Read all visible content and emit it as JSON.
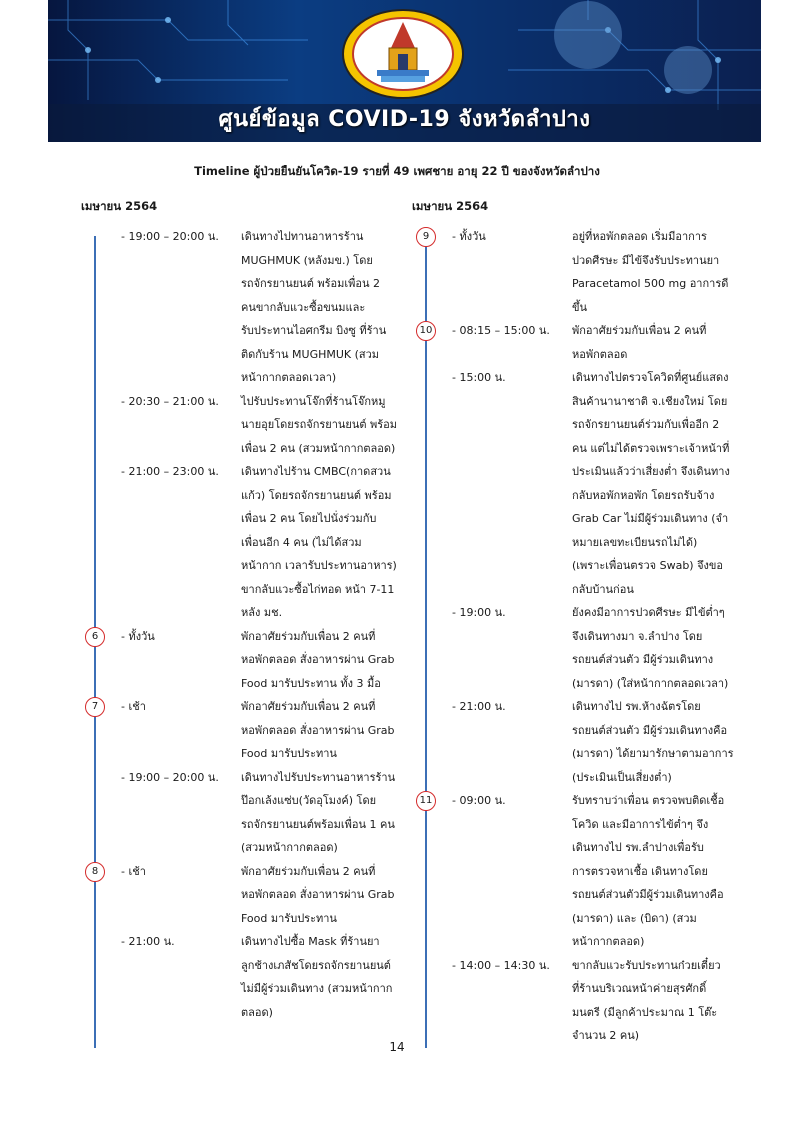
{
  "banner": {
    "title": "ศูนย์ข้อมูล COVID-19 จังหวัดลำปาง"
  },
  "doc_title": "Timeline ผู้ป่วยยืนยันโควิด-19 รายที่ 49 เพศชาย อายุ 22 ปี ของจังหวัดลำปาง",
  "left": {
    "month": "เมษายน 2564",
    "entries": [
      {
        "time": "- 19:00 – 20:00 น.",
        "lines": [
          "เดินทางไปทานอาหารร้าน",
          "MUGHMUK (หลังมข.) โดย",
          "รถจักรยานยนต์ พร้อมเพื่อน 2",
          "คนขากลับแวะซื้อขนมและ",
          "รับประทานไอศกรีม บิงซู ที่ร้าน",
          "ติดกับร้าน MUGHMUK (สวม",
          "หน้ากากตลอดเวลา)"
        ]
      },
      {
        "time": "- 20:30 – 21:00 น.",
        "lines": [
          "ไปรับประทานโจ๊กที่ร้านโจ๊กหมู",
          "นายอุยโดยรถจักรยานยนต์ พร้อม",
          "เพื่อน 2 คน (สวมหน้ากากตลอด)"
        ]
      },
      {
        "time": "- 21:00 – 23:00 น.",
        "lines": [
          "เดินทางไปร้าน CMBC(กาดสวน",
          "แก้ว) โดยรถจักรยานยนต์ พร้อม",
          "เพื่อน 2 คน โดยไปนั่งร่วมกับ",
          "เพื่อนอีก 4 คน (ไม่ได้สวม",
          "หน้ากาก เวลารับประทานอาหาร)",
          "ขากลับแวะซื้อไก่ทอด หน้า 7-11",
          "หลัง มช."
        ]
      },
      {
        "day": "6",
        "time": "- ทั้งวัน",
        "lines": [
          "พักอาศัยร่วมกับเพื่อน 2 คนที่",
          "หอพักตลอด สั่งอาหารผ่าน Grab",
          "Food มารับประทาน ทั้ง 3 มื้อ"
        ]
      },
      {
        "day": "7",
        "time": "- เช้า",
        "lines": [
          "พักอาศัยร่วมกับเพื่อน 2 คนที่",
          "หอพักตลอด สั่งอาหารผ่าน Grab",
          "Food มารับประทาน"
        ]
      },
      {
        "time": "- 19:00 – 20:00 น.",
        "lines": [
          "เดินทางไปรับประทานอาหารร้าน",
          "ป๊อกเล้งแซ่บ(วัดอุโมงค์) โดย",
          "รถจักรยานยนต์พร้อมเพื่อน 1 คน",
          "(สวมหน้ากากตลอด)"
        ]
      },
      {
        "day": "8",
        "time": "- เช้า",
        "lines": [
          "พักอาศัยร่วมกับเพื่อน 2 คนที่",
          "หอพักตลอด สั่งอาหารผ่าน Grab",
          "Food มารับประทาน"
        ]
      },
      {
        "time": "- 21:00 น.",
        "lines": [
          "เดินทางไปซื้อ Mask ที่ร้านยา",
          "ลูกช้างเภสัชโดยรถจักรยานยนต์",
          "ไม่มีผู้ร่วมเดินทาง (สวมหน้ากาก",
          "ตลอด)"
        ]
      }
    ]
  },
  "right": {
    "month": "เมษายน 2564",
    "entries": [
      {
        "day": "9",
        "time": "- ทั้งวัน",
        "lines": [
          "อยู่ที่หอพักตลอด เริ่มมีอาการ",
          "ปวดศีรษะ มีไข้จึงรับประทานยา",
          "Paracetamol 500 mg อาการดี",
          "ขึ้น"
        ]
      },
      {
        "day": "10",
        "time": "- 08:15 – 15:00 น.",
        "lines": [
          "พักอาศัยร่วมกับเพื่อน 2 คนที่",
          "หอพักตลอด"
        ]
      },
      {
        "time": "- 15:00 น.",
        "lines": [
          "เดินทางไปตรวจโควิดที่ศูนย์แสดง",
          "สินค้านานาชาติ จ.เชียงใหม่ โดย",
          "รถจักรยานยนต์ร่วมกับเพื่ออีก 2",
          "คน แต่ไม่ได้ตรวจเพราะเจ้าหน้าที่",
          "ประเมินแล้วว่าเสี่ยงต่ำ จึงเดินทาง",
          "กลับหอพักหอพัก โดยรถรับจ้าง",
          "Grab Car ไม่มีผู้ร่วมเดินทาง (จำ",
          "หมายเลขทะเบียนรถไม่ได้)",
          "(เพราะเพื่อนตรวจ Swab) จึงขอ",
          "กลับบ้านก่อน"
        ]
      },
      {
        "time": "- 19:00 น.",
        "lines": [
          "ยังคงมีอาการปวดศีรษะ มีไข้ต่ำๆ",
          "จึงเดินทางมา จ.ลำปาง โดย",
          "รถยนต์ส่วนตัว มีผู้ร่วมเดินทาง",
          "(มารดา) (ใส่หน้ากากตลอดเวลา)"
        ]
      },
      {
        "time": "- 21:00 น.",
        "lines": [
          "เดินทางไป รพ.ห้างฉัตรโดย",
          "รถยนต์ส่วนตัว มีผู้ร่วมเดินทางคือ",
          "(มารดา) ได้ยามารักษาตามอาการ",
          "(ประเมินเป็นเสี่ยงต่ำ)"
        ]
      },
      {
        "day": "11",
        "time": "- 09:00 น.",
        "lines": [
          "รับทราบว่าเพื่อน ตรวจพบติดเชื้อ",
          "โควิด และมีอาการไข้ต่ำๆ จึง",
          "เดินทางไป รพ.ลำปางเพื่อรับ",
          "การตรวจหาเชื้อ เดินทางโดย",
          "รถยนต์ส่วนตัวมีผู้ร่วมเดินทางคือ",
          "(มารดา) และ (บิดา) (สวม",
          "หน้ากากตลอด)"
        ]
      },
      {
        "time": "- 14:00 – 14:30 น.",
        "lines": [
          "ขากลับแวะรับประทานก๋วยเตี๋ยว",
          "ที่ร้านบริเวณหน้าค่ายสุรศักดิ์",
          "มนตรี (มีลูกค้าประมาณ 1 โต๊ะ",
          "จำนวน 2 คน)"
        ]
      }
    ]
  },
  "page_number": "14"
}
